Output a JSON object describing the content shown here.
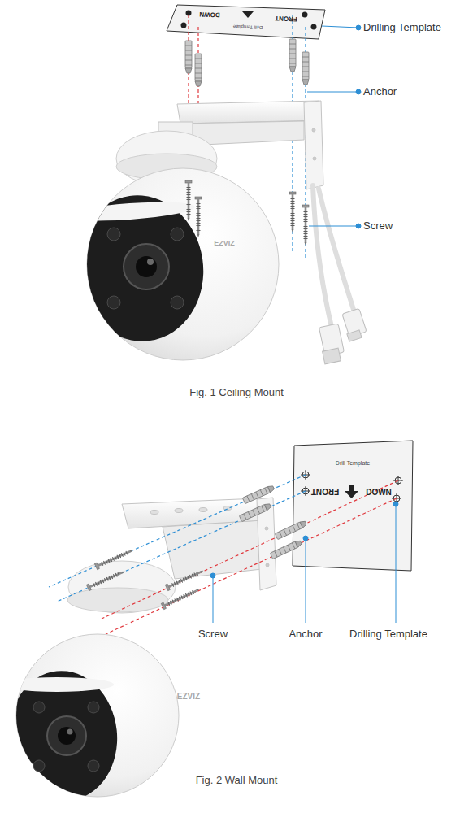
{
  "diagram": {
    "labels": [
      "Drilling Template",
      "Anchor",
      "Screw",
      "FRONT",
      "DOWN",
      "Drill Template",
      "EZVIZ",
      "Fig. 1 Ceiling Mount",
      "FRONT",
      "DOWN",
      "Drill Template",
      "Screw",
      "Anchor",
      "Drilling Template",
      "EZVIZ",
      "Fig. 2 Wall Mount"
    ]
  }
}
